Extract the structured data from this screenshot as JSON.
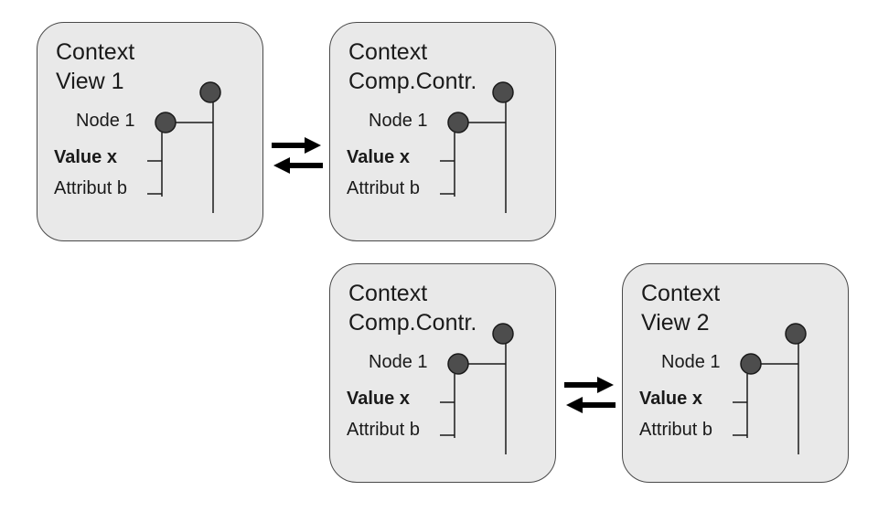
{
  "diagram": {
    "boxes": [
      {
        "title_line1": "Context",
        "title_line2": "View 1",
        "node": "Node 1",
        "value": "Value x",
        "attribute": "Attribut b"
      },
      {
        "title_line1": "Context",
        "title_line2": "Comp.Contr.",
        "node": "Node 1",
        "value": "Value x",
        "attribute": "Attribut b"
      },
      {
        "title_line1": "Context",
        "title_line2": "Comp.Contr.",
        "node": "Node 1",
        "value": "Value x",
        "attribute": "Attribut b"
      },
      {
        "title_line1": "Context",
        "title_line2": "View 2",
        "node": "Node 1",
        "value": "Value x",
        "attribute": "Attribut b"
      }
    ],
    "arrow_pairs": [
      {
        "from_box": 1,
        "to_box": 2,
        "direction": "bidirectional"
      },
      {
        "from_box": 3,
        "to_box": 4,
        "direction": "bidirectional"
      }
    ],
    "colors": {
      "box_fill": "#e9e9e9",
      "box_border": "#4a4a4a",
      "node_fill": "#4d4d4d",
      "line": "#1a1a1a",
      "arrow": "#000000"
    }
  }
}
